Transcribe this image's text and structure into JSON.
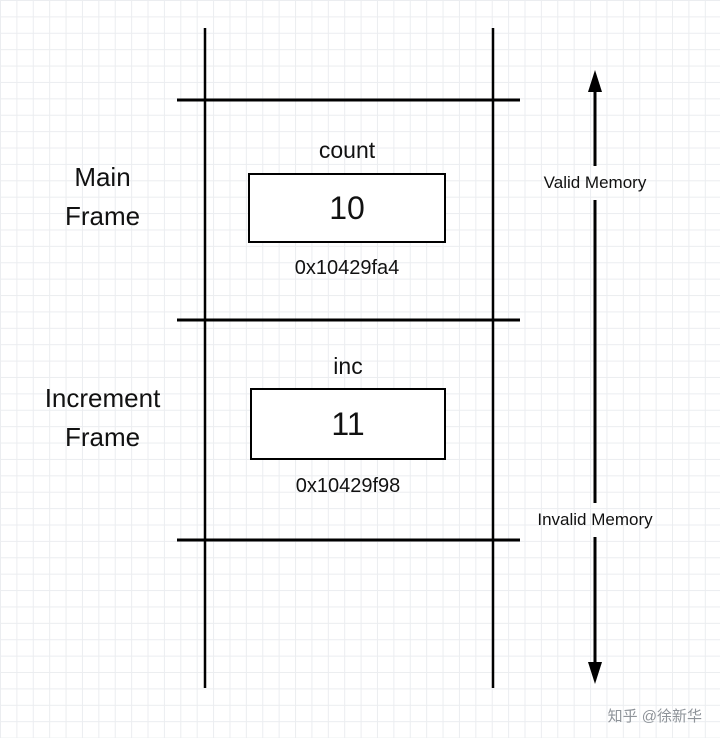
{
  "diagram": {
    "frames": [
      {
        "label_line1": "Main",
        "label_line2": "Frame",
        "var_name": "count",
        "value": "10",
        "address": "0x10429fa4"
      },
      {
        "label_line1": "Increment",
        "label_line2": "Frame",
        "var_name": "inc",
        "value": "11",
        "address": "0x10429f98"
      }
    ],
    "memory_labels": {
      "valid": "Valid Memory",
      "invalid": "Invalid Memory"
    },
    "watermark": "知乎 @徐新华",
    "colors": {
      "line": "#000000",
      "grid": "#ebedf0",
      "watermark": "#8e9399"
    }
  }
}
